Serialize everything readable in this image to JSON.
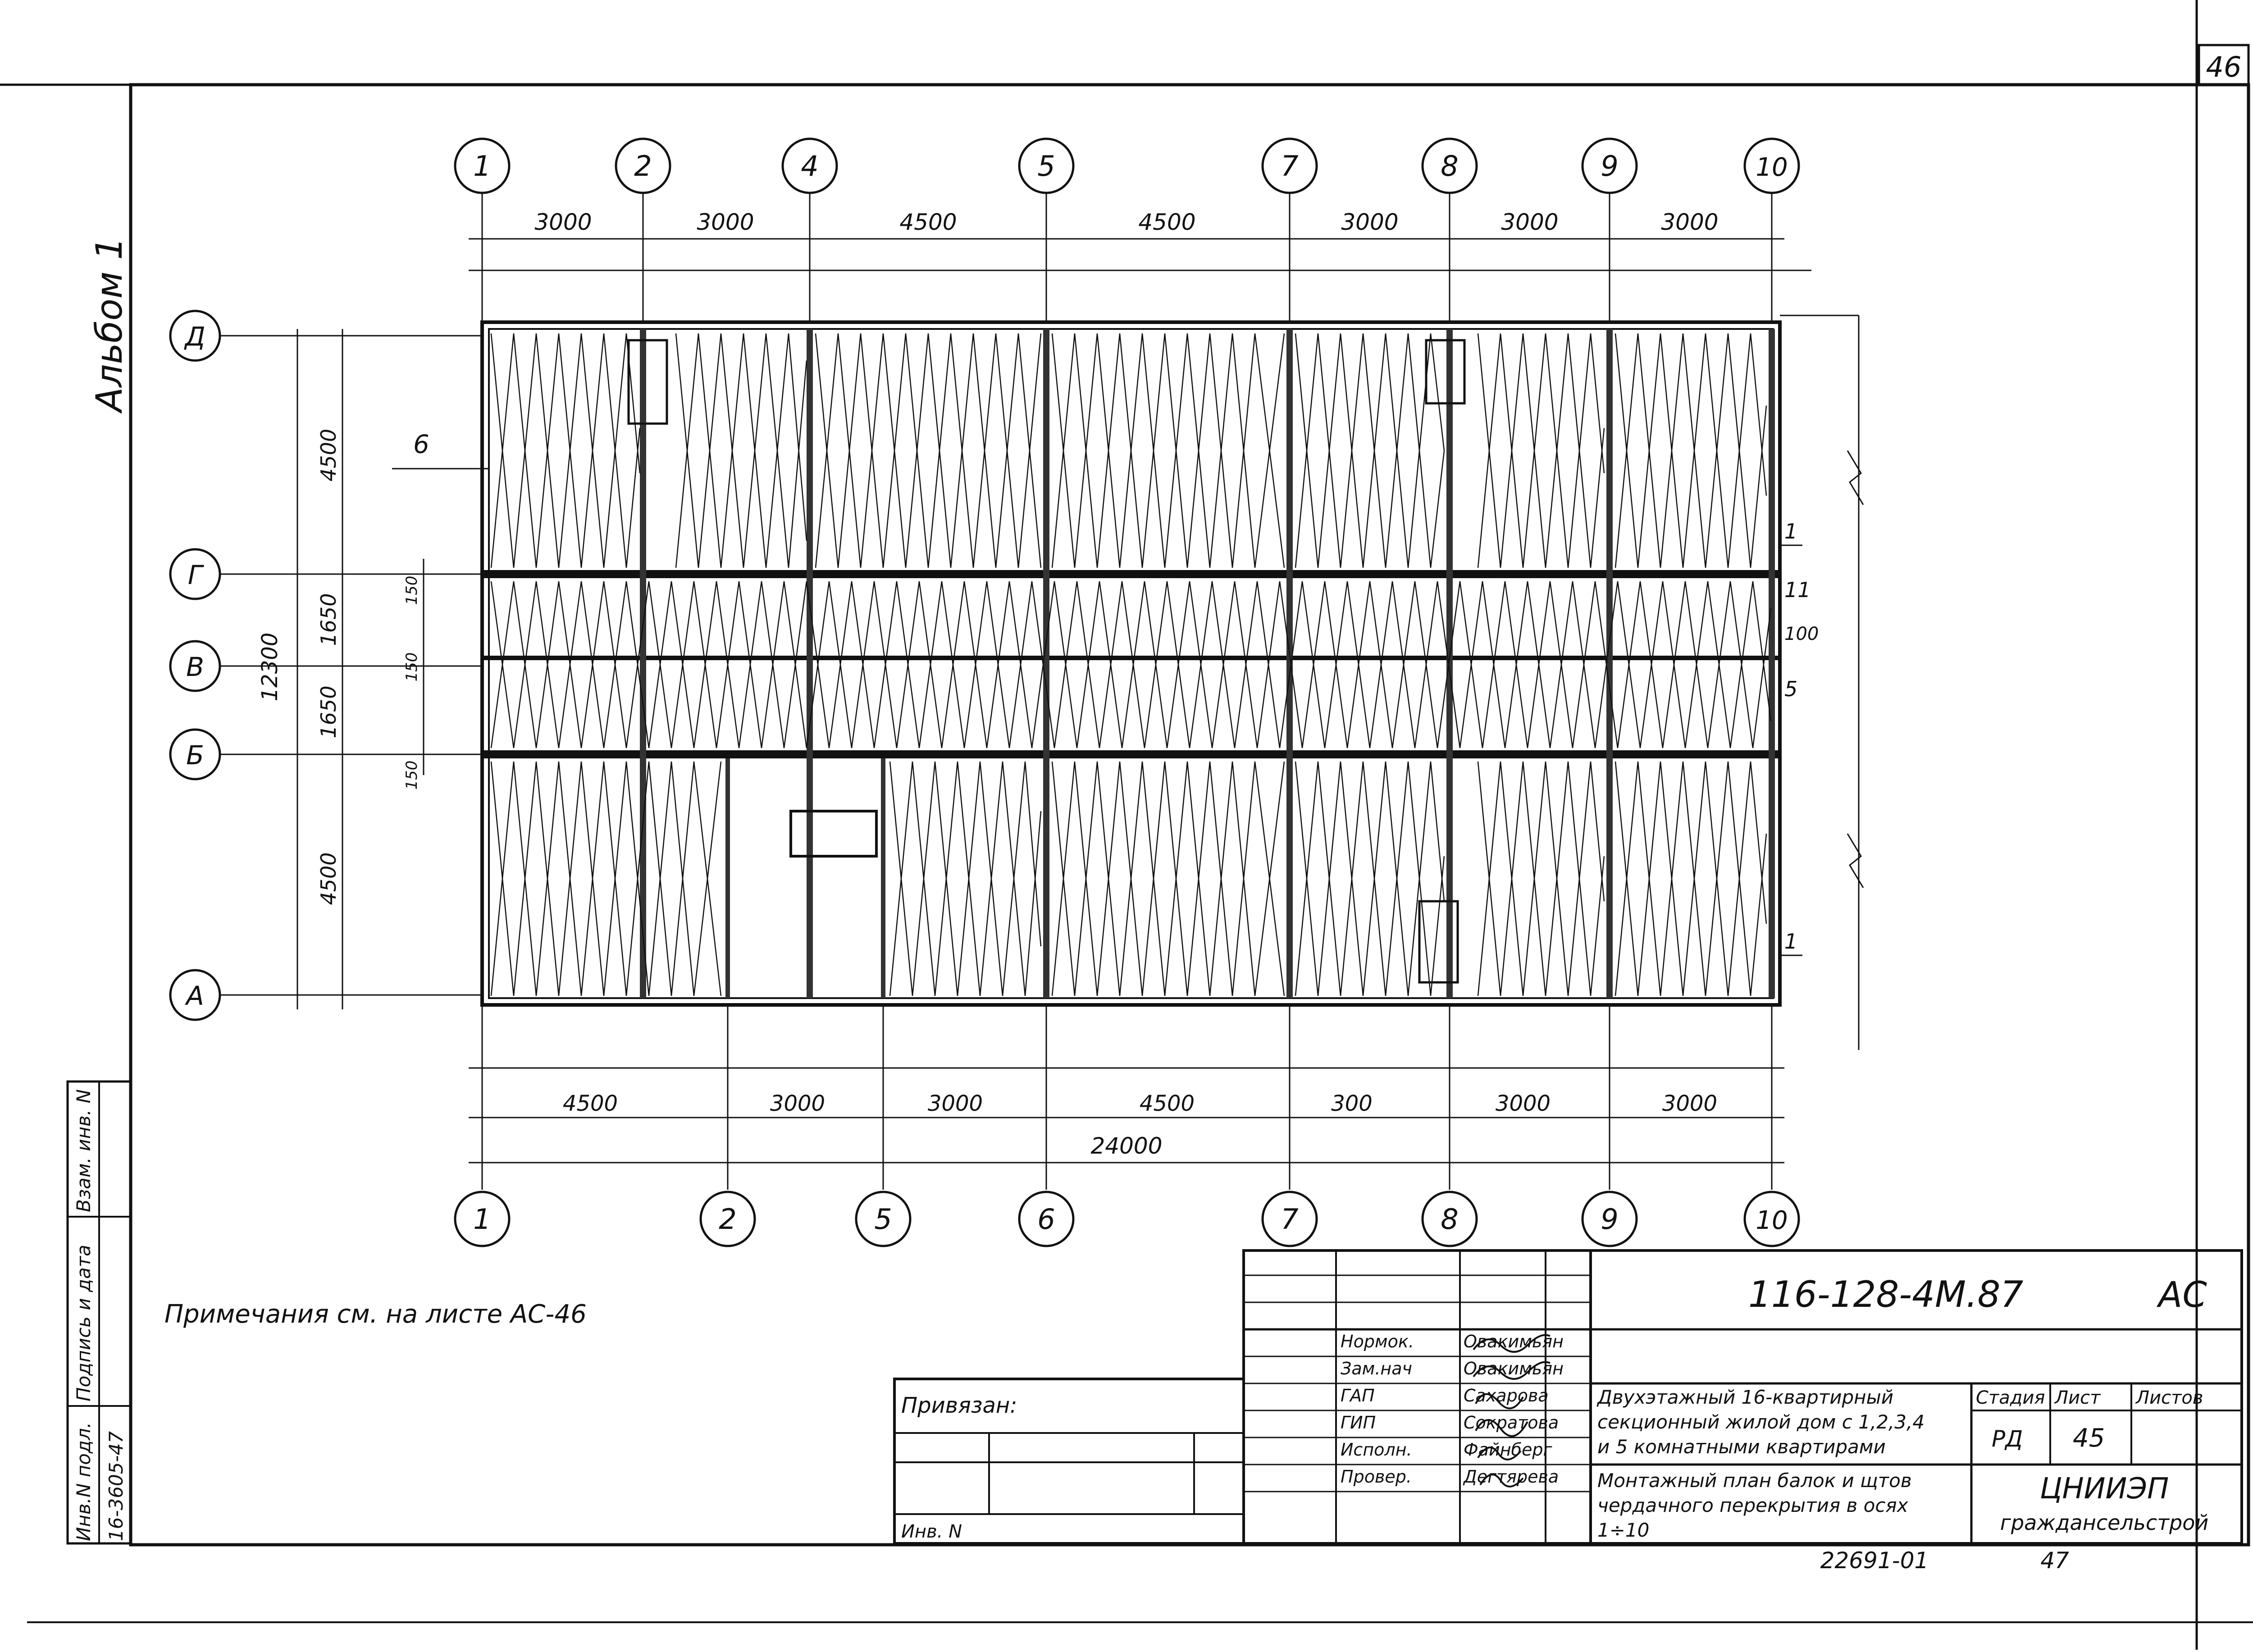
{
  "sheet": {
    "corner_number": "46",
    "album": "Альбом 1",
    "note": "Примечания см. на листе АС-46",
    "bottom_code": "22691-01",
    "bottom_page": "47"
  },
  "axes": {
    "top": [
      "1",
      "2",
      "4",
      "5",
      "7",
      "8",
      "9",
      "10"
    ],
    "bottom": [
      "1",
      "2",
      "5",
      "6",
      "7",
      "8",
      "9",
      "10"
    ],
    "left": [
      "Д",
      "Г",
      "В",
      "Б",
      "А"
    ]
  },
  "dimensions": {
    "top_main": [
      "3000",
      "3000",
      "4500",
      "4500",
      "3000",
      "3000",
      "3000"
    ],
    "bottom_main": [
      "4500",
      "3000",
      "3000",
      "4500",
      "300",
      "3000",
      "3000"
    ],
    "total": "24000",
    "left_spans": [
      "4500",
      "150",
      "1650",
      "150",
      "1650",
      "150",
      "4500"
    ],
    "left_total": "12300"
  },
  "side_labels": {
    "left_marker": "6",
    "right_marks": [
      "1",
      "11",
      "100",
      "5",
      "1"
    ]
  },
  "left_stamp": {
    "col1_header": "Инв.N подл.",
    "col1_value": "16-3605-47",
    "col2_header": "Подпись и дата",
    "col3_header": "Взам. инв. N"
  },
  "title_block": {
    "doc_code": "116-128-4М.87",
    "mark": "АС",
    "tied": "Привязан:",
    "inv": "Инв. N",
    "roles": [
      {
        "role": "Нормок.",
        "name": "Овакимьян"
      },
      {
        "role": "Зам.нач",
        "name": "Овакимьян"
      },
      {
        "role": "ГАП",
        "name": "Сахарова"
      },
      {
        "role": "ГИП",
        "name": "Сократова"
      },
      {
        "role": "Исполн.",
        "name": "Файнберг"
      },
      {
        "role": "Провер.",
        "name": "Дегтярева"
      }
    ],
    "project_title": [
      "Двухэтажный 16-квартирный",
      "секционный жилой дом с 1,2,3,4",
      "и 5 комнатными квартирами"
    ],
    "sheet_title": [
      "Монтажный план балок и щтов",
      "чердачного перекрытия в осях",
      "1÷10"
    ],
    "stage_header": "Стадия",
    "sheet_header": "Лист",
    "sheets_header": "Листов",
    "stage": "РД",
    "sheet_no": "45",
    "org": [
      "ЦНИИЭП",
      "граждансельстрой"
    ]
  }
}
